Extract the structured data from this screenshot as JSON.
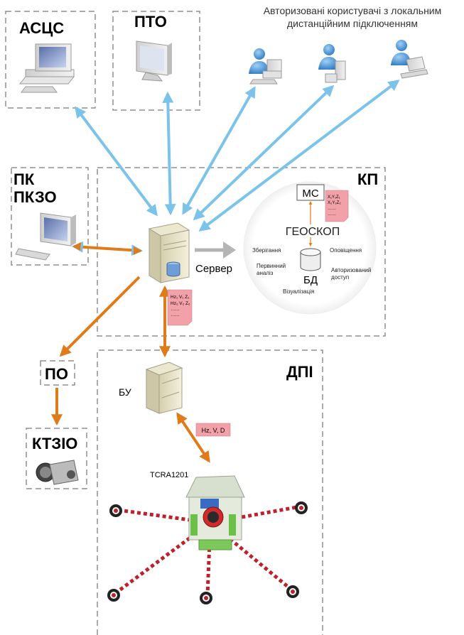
{
  "labels": {
    "acsc": "АСЦС",
    "pto": "ПТО",
    "users_line1": "Авторизовані користувачі з локальним",
    "users_line2": "дистанційним підключенням",
    "pk": "ПК",
    "pkzo": "ПКЗО",
    "kp": "КП",
    "server": "Сервер",
    "ms": "МС",
    "geoskop": "ГЕОСКОП",
    "bd": "БД",
    "storage": "Зберігання",
    "notification": "Оповіщення",
    "primary_1": "Первинний",
    "primary_2": "аналіз",
    "authorized_1": "Авторизований",
    "authorized_2": "доступ",
    "visualization": "Візуалізація",
    "po": "ПО",
    "ktzio": "КТЗІО",
    "dpi": "ДПІ",
    "bu": "БУ",
    "measure": "Hz, V, D",
    "tcra": "TCRA1201"
  },
  "notes": {
    "server_doc": [
      "Hz₁ V₁ Z₁",
      "Hz₂ V₂ Z₂",
      "……",
      "……"
    ],
    "ms_doc": [
      "X₁Y₁Z₁",
      "X₂Y₂Z₂",
      "……",
      "……"
    ]
  },
  "colors": {
    "blue_arrow": "#7cc3ea",
    "orange_arrow": "#e07b1a",
    "gray_arrow": "#b4b4b4",
    "prism_line": "#c0202c",
    "note_fill": "#f2a1a8",
    "dash_border": "#8f8f8f"
  }
}
